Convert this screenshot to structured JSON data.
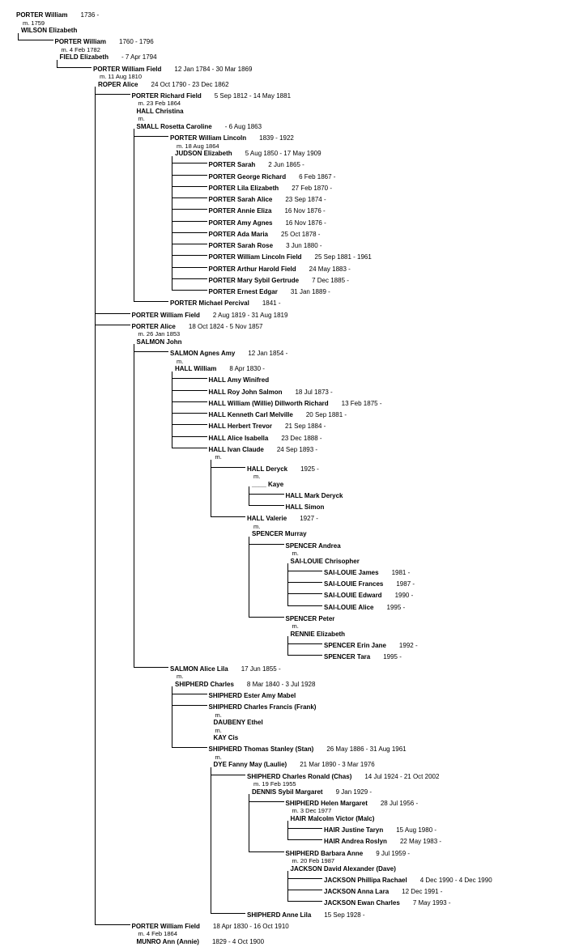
{
  "document": {
    "background": "#ffffff",
    "text_color": "#000000",
    "line_color": "#000000"
  },
  "tree": {
    "name": "PORTER William",
    "dates": "1736 -",
    "unions": [
      {
        "m": "m. 1759",
        "spouse": "WILSON Elizabeth",
        "spouse_dates": ""
      }
    ],
    "children": [
      {
        "name": "PORTER William",
        "dates": "1760 - 1796",
        "unions": [
          {
            "m": "m. 4 Feb 1782",
            "spouse": "FIELD Elizabeth",
            "spouse_dates": "- 7 Apr 1794"
          }
        ],
        "children": [
          {
            "name": "PORTER William Field",
            "dates": "12 Jan 1784 - 30 Mar 1869",
            "unions": [
              {
                "m": "m. 11 Aug 1810",
                "spouse": "ROPER Alice",
                "spouse_dates": "24 Oct 1790 - 23 Dec 1862"
              }
            ],
            "children": [
              {
                "name": "PORTER Richard Field",
                "dates": "5 Sep 1812 - 14 May 1881",
                "unions": [
                  {
                    "m": "m. 23 Feb 1864",
                    "spouse": "HALL Christina",
                    "spouse_dates": ""
                  },
                  {
                    "m": "m.",
                    "spouse": "SMALL Rosetta Caroline",
                    "spouse_dates": "- 6 Aug 1863"
                  }
                ],
                "children": [
                  {
                    "name": "PORTER William Lincoln",
                    "dates": "1839 - 1922",
                    "unions": [
                      {
                        "m": "m. 18 Aug 1864",
                        "spouse": "JUDSON Elizabeth",
                        "spouse_dates": "5 Aug 1850 - 17 May 1909"
                      }
                    ],
                    "children": [
                      {
                        "name": "PORTER Sarah",
                        "dates": "2 Jun 1865 -"
                      },
                      {
                        "name": "PORTER George Richard",
                        "dates": "6 Feb 1867 -"
                      },
                      {
                        "name": "PORTER Lila Elizabeth",
                        "dates": "27 Feb 1870 -"
                      },
                      {
                        "name": "PORTER Sarah Alice",
                        "dates": "23 Sep 1874 -"
                      },
                      {
                        "name": "PORTER Annie Eliza",
                        "dates": "16 Nov 1876 -"
                      },
                      {
                        "name": "PORTER Amy Agnes",
                        "dates": "16 Nov 1876 -"
                      },
                      {
                        "name": "PORTER Ada Maria",
                        "dates": "25 Oct 1878 -"
                      },
                      {
                        "name": "PORTER Sarah Rose",
                        "dates": "3 Jun 1880 -"
                      },
                      {
                        "name": "PORTER William Lincoln Field",
                        "dates": "25 Sep 1881 - 1961"
                      },
                      {
                        "name": "PORTER Arthur Harold Field",
                        "dates": "24 May 1883 -"
                      },
                      {
                        "name": "PORTER Mary Sybil Gertrude",
                        "dates": "7 Dec 1885 -"
                      },
                      {
                        "name": "PORTER Ernest Edgar",
                        "dates": "31 Jan 1889 -"
                      }
                    ]
                  },
                  {
                    "name": "PORTER Michael Percival",
                    "dates": "1841 -"
                  }
                ]
              },
              {
                "name": "PORTER William Field",
                "dates": "2 Aug 1819 - 31 Aug 1819"
              },
              {
                "name": "PORTER Alice",
                "dates": "18 Oct 1824 - 5 Nov 1857",
                "unions": [
                  {
                    "m": "m. 26 Jan 1853",
                    "spouse": "SALMON John",
                    "spouse_dates": ""
                  }
                ],
                "children": [
                  {
                    "name": "SALMON Agnes Amy",
                    "dates": "12 Jan 1854 -",
                    "unions": [
                      {
                        "m": "m.",
                        "spouse": "HALL William",
                        "spouse_dates": "8 Apr 1830 -"
                      }
                    ],
                    "children": [
                      {
                        "name": "HALL Amy Winifred",
                        "dates": ""
                      },
                      {
                        "name": "HALL Roy John Salmon",
                        "dates": "18 Jul 1873 -"
                      },
                      {
                        "name": "HALL William (Willie) Dillworth Richard",
                        "dates": "13 Feb 1875 -"
                      },
                      {
                        "name": "HALL Kenneth Carl Melville",
                        "dates": "20 Sep 1881 -"
                      },
                      {
                        "name": "HALL Herbert Trevor",
                        "dates": "21 Sep 1884 -"
                      },
                      {
                        "name": "HALL Alice Isabella",
                        "dates": "23 Dec 1888 -"
                      },
                      {
                        "name": "HALL Ivan Claude",
                        "dates": "24 Sep 1893 -",
                        "unions": [
                          {
                            "m": "m.",
                            "spouse": "",
                            "spouse_dates": ""
                          }
                        ],
                        "children": [
                          {
                            "name": "HALL Deryck",
                            "dates": "1925 -",
                            "unions": [
                              {
                                "m": "m.",
                                "spouse": "____ Kaye",
                                "spouse_dates": ""
                              }
                            ],
                            "children": [
                              {
                                "name": "HALL Mark Deryck",
                                "dates": ""
                              },
                              {
                                "name": "HALL Simon",
                                "dates": ""
                              }
                            ]
                          },
                          {
                            "name": "HALL Valerie",
                            "dates": "1927 -",
                            "unions": [
                              {
                                "m": "m.",
                                "spouse": "SPENCER Murray",
                                "spouse_dates": ""
                              }
                            ],
                            "children": [
                              {
                                "name": "SPENCER Andrea",
                                "dates": "",
                                "unions": [
                                  {
                                    "m": "m.",
                                    "spouse": "SAI-LOUIE Chrisopher",
                                    "spouse_dates": ""
                                  }
                                ],
                                "children": [
                                  {
                                    "name": "SAI-LOUIE James",
                                    "dates": "1981 -"
                                  },
                                  {
                                    "name": "SAI-LOUIE Frances",
                                    "dates": "1987 -"
                                  },
                                  {
                                    "name": "SAI-LOUIE Edward",
                                    "dates": "1990 -"
                                  },
                                  {
                                    "name": "SAI-LOUIE Alice",
                                    "dates": "1995 -"
                                  }
                                ]
                              },
                              {
                                "name": "SPENCER Peter",
                                "dates": "",
                                "unions": [
                                  {
                                    "m": "m.",
                                    "spouse": "RENNIE Elizabeth",
                                    "spouse_dates": ""
                                  }
                                ],
                                "children": [
                                  {
                                    "name": "SPENCER Erin Jane",
                                    "dates": "1992 -"
                                  },
                                  {
                                    "name": "SPENCER Tara",
                                    "dates": "1995 -"
                                  }
                                ]
                              }
                            ]
                          }
                        ]
                      }
                    ]
                  },
                  {
                    "name": "SALMON Alice Lila",
                    "dates": "17 Jun 1855 -",
                    "unions": [
                      {
                        "m": "m.",
                        "spouse": "SHIPHERD Charles",
                        "spouse_dates": "8 Mar 1840 - 3 Jul 1928"
                      }
                    ],
                    "children": [
                      {
                        "name": "SHIPHERD Ester Amy Mabel",
                        "dates": ""
                      },
                      {
                        "name": "SHIPHERD Charles Francis (Frank)",
                        "dates": "",
                        "unions": [
                          {
                            "m": "m.",
                            "spouse": "DAUBENY Ethel",
                            "spouse_dates": ""
                          },
                          {
                            "m": "m.",
                            "spouse": "KAY Cis",
                            "spouse_dates": ""
                          }
                        ]
                      },
                      {
                        "name": "SHIPHERD Thomas Stanley (Stan)",
                        "dates": "26 May 1886 - 31 Aug 1961",
                        "unions": [
                          {
                            "m": "m.",
                            "spouse": "DYE Fanny May (Laulie)",
                            "spouse_dates": "21 Mar 1890 - 3 Mar 1976"
                          }
                        ],
                        "children": [
                          {
                            "name": "SHIPHERD Charles Ronald (Chas)",
                            "dates": "14 Jul 1924 - 21 Oct 2002",
                            "unions": [
                              {
                                "m": "m. 19 Feb 1955",
                                "spouse": "DENNIS Sybil Margaret",
                                "spouse_dates": "9 Jan 1929 -"
                              }
                            ],
                            "children": [
                              {
                                "name": "SHIPHERD Helen Margaret",
                                "dates": "28 Jul 1956 -",
                                "unions": [
                                  {
                                    "m": "m. 3 Dec 1977",
                                    "spouse": "HAIR Malcolm Victor (Malc)",
                                    "spouse_dates": ""
                                  }
                                ],
                                "children": [
                                  {
                                    "name": "HAIR Justine Taryn",
                                    "dates": "15 Aug 1980 -"
                                  },
                                  {
                                    "name": "HAIR Andrea Roslyn",
                                    "dates": "22 May 1983 -"
                                  }
                                ]
                              },
                              {
                                "name": "SHIPHERD Barbara Anne",
                                "dates": "9 Jul 1959 -",
                                "unions": [
                                  {
                                    "m": "m. 20 Feb 1987",
                                    "spouse": "JACKSON David Alexander (Dave)",
                                    "spouse_dates": ""
                                  }
                                ],
                                "children": [
                                  {
                                    "name": "JACKSON Phillipa Rachael",
                                    "dates": "4 Dec 1990 - 4 Dec 1990"
                                  },
                                  {
                                    "name": "JACKSON Anna Lara",
                                    "dates": "12 Dec 1991 -"
                                  },
                                  {
                                    "name": "JACKSON Ewan Charles",
                                    "dates": "7 May 1993 -"
                                  }
                                ]
                              }
                            ]
                          },
                          {
                            "name": "SHIPHERD Anne Lila",
                            "dates": "15 Sep 1928 -"
                          }
                        ]
                      }
                    ]
                  }
                ]
              },
              {
                "name": "PORTER William Field",
                "dates": "18 Apr 1830 - 16 Oct 1910",
                "unions": [
                  {
                    "m": "m. 4 Feb 1864",
                    "spouse": "MUNRO Ann (Annie)",
                    "spouse_dates": "1829 - 4 Oct 1900"
                  }
                ]
              }
            ]
          }
        ]
      }
    ]
  }
}
